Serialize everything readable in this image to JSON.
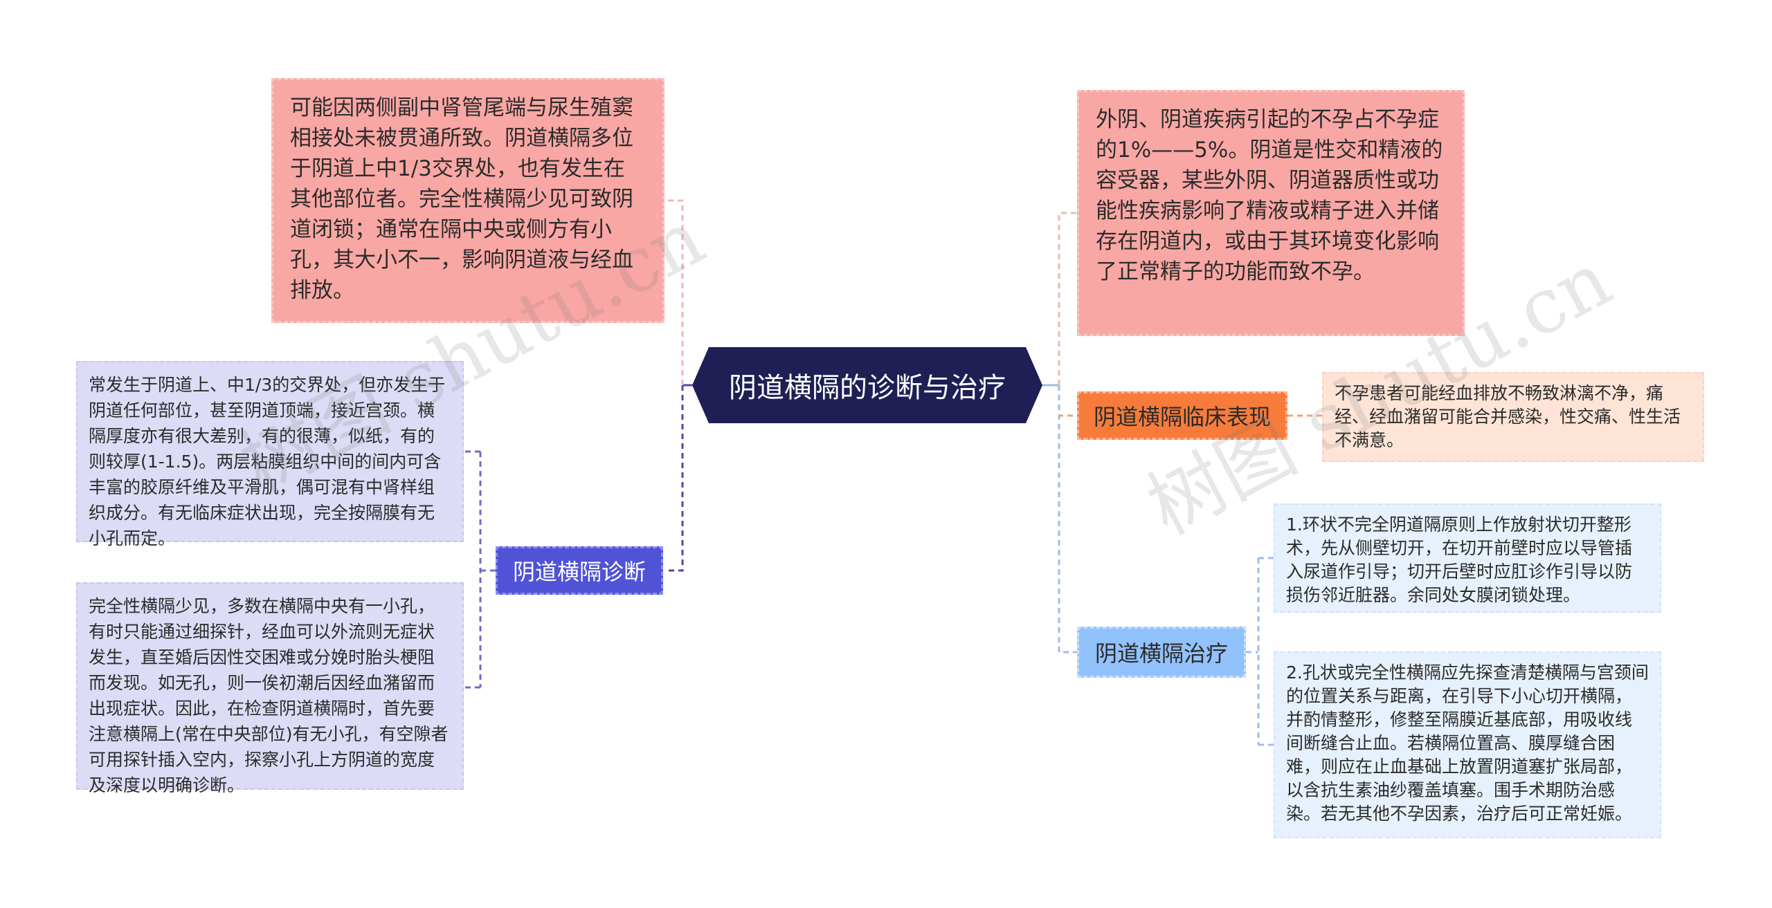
{
  "center": {
    "title": "阴道横隔的诊断与治疗"
  },
  "left_top": {
    "text": "可能因两侧副中肾管尾端与尿生殖窦相接处未被贯通所致。阴道横隔多位于阴道上中1/3交界处，也有发生在其他部位者。完全性横隔少见可致阴道闭锁；通常在隔中央或侧方有小孔，其大小不一，影响阴道液与经血排放。"
  },
  "right_top": {
    "text": "外阴、阴道疾病引起的不孕占不孕症的1%——5%。阴道是性交和精液的容受器，某些外阴、阴道器质性或功能性疾病影响了精液或精子进入并储存在阴道内，或由于其环境变化影响了正常精子的功能而致不孕。"
  },
  "clinical": {
    "label": "阴道横隔临床表现",
    "detail": "不孕患者可能经血排放不畅致淋漓不净，痛经、经血潴留可能合并感染，性交痛、性生活不满意。"
  },
  "diagnosis": {
    "label": "阴道横隔诊断",
    "detail_a": "常发生于阴道上、中1/3的交界处，但亦发生于阴道任何部位，甚至阴道顶端，接近宫颈。横隔厚度亦有很大差别，有的很薄，似纸，有的则较厚(1-1.5)。两层粘膜组织中间的间内可含丰富的胶原纤维及平滑肌，偶可混有中肾样组织成分。有无临床症状出现，完全按隔膜有无小孔而定。",
    "detail_b": "完全性横隔少见，多数在横隔中央有一小孔，有时只能通过细探针，经血可以外流则无症状发生，直至婚后因性交困难或分娩时胎头梗阻而发现。如无孔，则一俟初潮后因经血潴留而出现症状。因此，在检查阴道横隔时，首先要注意横隔上(常在中央部位)有无小孔，有空隙者可用探针插入空内，探察小孔上方阴道的宽度及深度以明确诊断。"
  },
  "treatment": {
    "label": "阴道横隔治疗",
    "detail_a": "1.环状不完全阴道隔原则上作放射状切开整形术，先从侧壁切开，在切开前壁时应以导管插入尿道作引导；切开后壁时应肛诊作引导以防损伤邻近脏器。余同处女膜闭锁处理。",
    "detail_b": "2.孔状或完全性横隔应先探查清楚横隔与宫颈间的位置关系与距离，在引导下小心切开横隔，并酌情整形，修整至隔膜近基底部，用吸收线间断缝合止血。若横隔位置高、膜厚缝合困难，则应在止血基础上放置阴道塞扩张局部，以含抗生素油纱覆盖填塞。围手术期防治感染。若无其他不孕因素，治疗后可正常妊娠。"
  },
  "watermark": {
    "text_1": "树图 shutu.cn",
    "text_2": "树图 shutu.cn"
  },
  "colors": {
    "center": "#1f1f55",
    "pink": "#f9a7a4",
    "clinical": "#f77b3a",
    "diagnosis": "#5053d6",
    "treatment": "#92c2fb",
    "lavender": "#dcdcf6",
    "peach": "#fde4d6",
    "light_blue": "#e7f1fd"
  }
}
